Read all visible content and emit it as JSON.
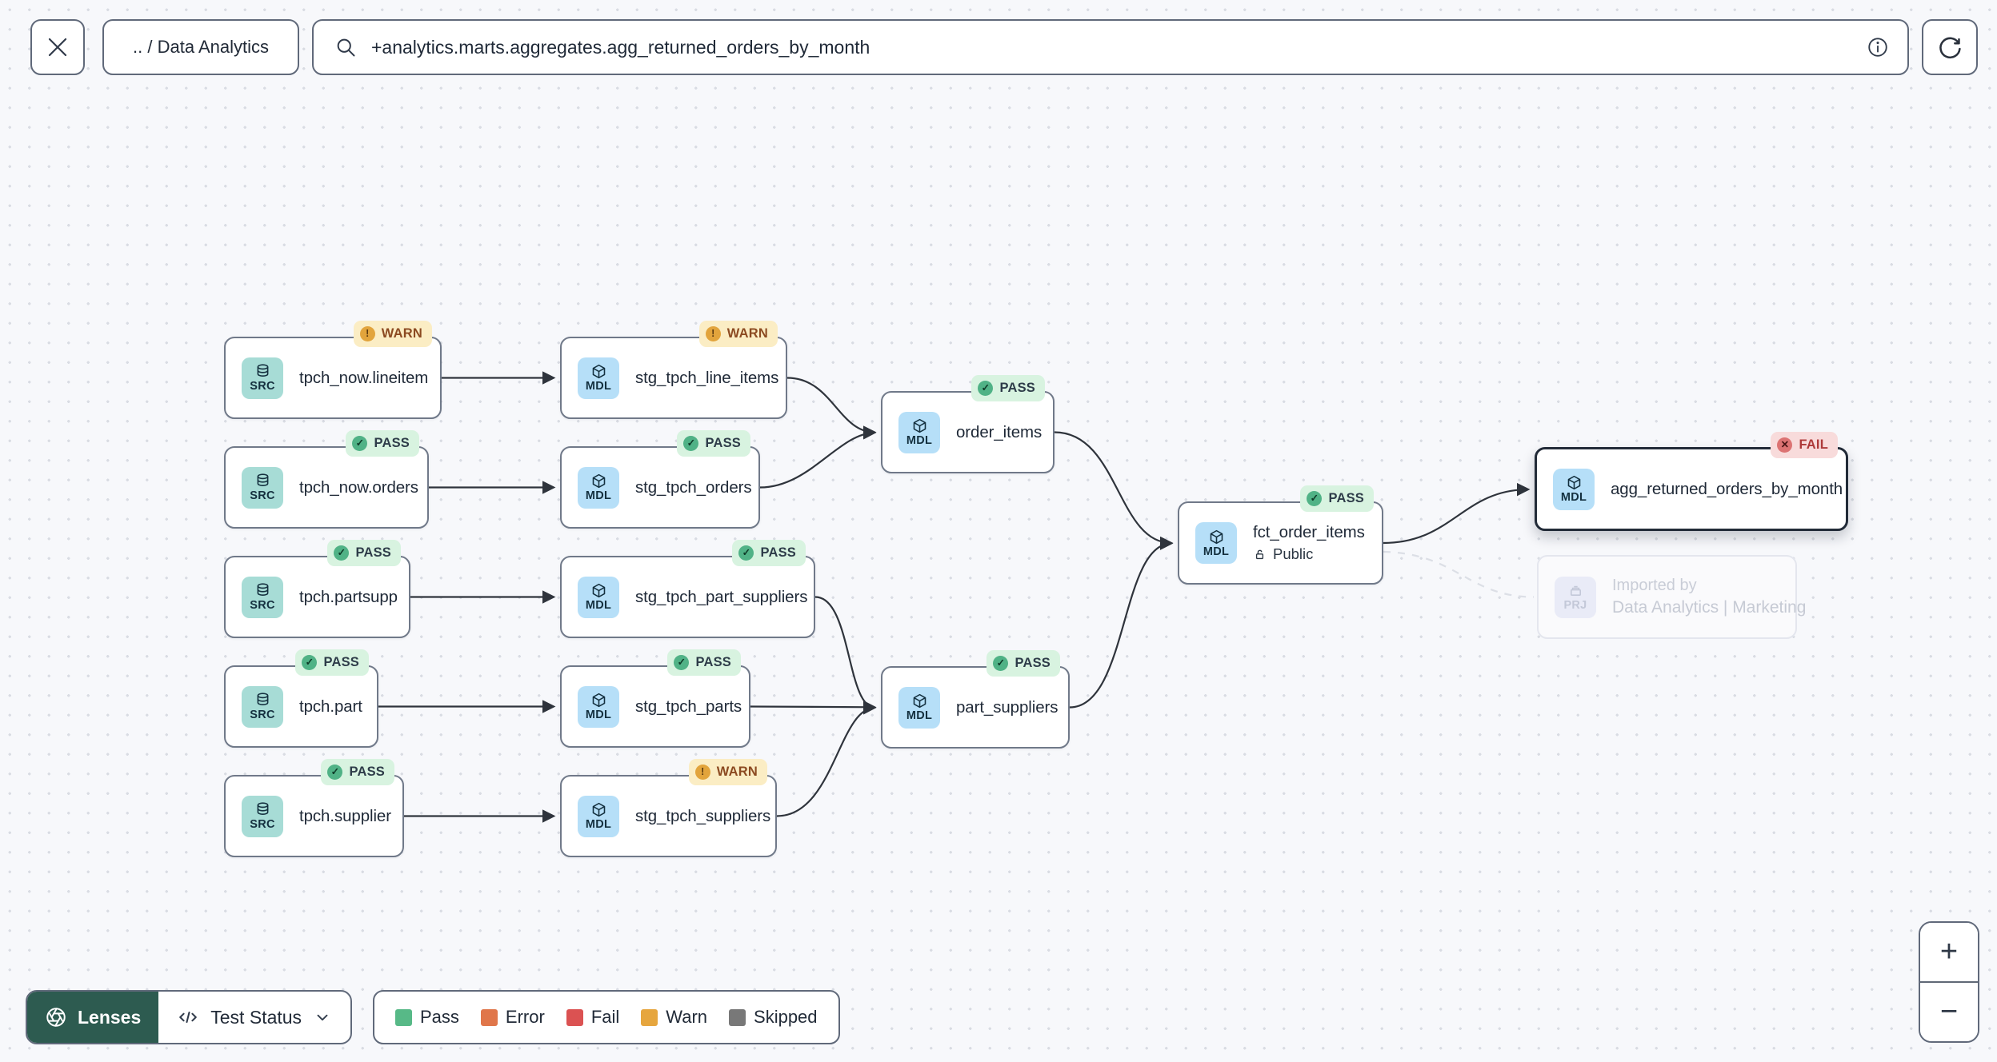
{
  "toolbar": {
    "breadcrumb": ".. / Data Analytics",
    "search_value": "+analytics.marts.aggregates.agg_returned_orders_by_month"
  },
  "icons": {
    "close": "close-icon",
    "search": "search-icon",
    "info": "info-circle-icon",
    "refresh": "refresh-icon",
    "lenses": "aperture-icon",
    "lens_type": "code-icon",
    "chevron": "chevron-down-icon",
    "source": "database-icon",
    "model": "cube-icon",
    "project": "project-icon",
    "public_access": "unlock-icon"
  },
  "graph": {
    "nodes": [
      {
        "type": "SRC",
        "label": "tpch_now.lineitem",
        "badge": {
          "status": "warn",
          "label": "WARN"
        }
      },
      {
        "type": "MDL",
        "label": "stg_tpch_line_items",
        "badge": {
          "status": "warn",
          "label": "WARN"
        }
      },
      {
        "type": "SRC",
        "label": "tpch_now.orders",
        "badge": {
          "status": "pass",
          "label": "PASS"
        }
      },
      {
        "type": "MDL",
        "label": "stg_tpch_orders",
        "badge": {
          "status": "pass",
          "label": "PASS"
        }
      },
      {
        "type": "SRC",
        "label": "tpch.partsupp",
        "badge": {
          "status": "pass",
          "label": "PASS"
        }
      },
      {
        "type": "MDL",
        "label": "stg_tpch_part_suppliers",
        "badge": {
          "status": "pass",
          "label": "PASS"
        }
      },
      {
        "type": "SRC",
        "label": "tpch.part",
        "badge": {
          "status": "pass",
          "label": "PASS"
        }
      },
      {
        "type": "MDL",
        "label": "stg_tpch_parts",
        "badge": {
          "status": "pass",
          "label": "PASS"
        }
      },
      {
        "type": "SRC",
        "label": "tpch.supplier",
        "badge": {
          "status": "pass",
          "label": "PASS"
        }
      },
      {
        "type": "MDL",
        "label": "stg_tpch_suppliers",
        "badge": {
          "status": "warn",
          "label": "WARN"
        }
      },
      {
        "type": "MDL",
        "label": "order_items",
        "badge": {
          "status": "pass",
          "label": "PASS"
        }
      },
      {
        "type": "MDL",
        "label": "part_suppliers",
        "badge": {
          "status": "pass",
          "label": "PASS"
        }
      },
      {
        "type": "MDL",
        "label": "fct_order_items",
        "sublabel": "Public",
        "badge": {
          "status": "pass",
          "label": "PASS"
        }
      },
      {
        "type": "MDL",
        "label": "agg_returned_orders_by_month",
        "badge": {
          "status": "fail",
          "label": "FAIL"
        },
        "selected": true
      },
      {
        "type": "PRJ",
        "label": "Imported by",
        "sublabel": "Data Analytics | Marketing",
        "faded": true
      }
    ],
    "edges": [
      {
        "from": "tpch_now.lineitem",
        "to": "stg_tpch_line_items",
        "style": "solid"
      },
      {
        "from": "tpch_now.orders",
        "to": "stg_tpch_orders",
        "style": "solid"
      },
      {
        "from": "tpch.partsupp",
        "to": "stg_tpch_part_suppliers",
        "style": "solid"
      },
      {
        "from": "tpch.part",
        "to": "stg_tpch_parts",
        "style": "solid"
      },
      {
        "from": "tpch.supplier",
        "to": "stg_tpch_suppliers",
        "style": "solid"
      },
      {
        "from": "stg_tpch_line_items",
        "to": "order_items",
        "style": "solid"
      },
      {
        "from": "stg_tpch_orders",
        "to": "order_items",
        "style": "solid"
      },
      {
        "from": "stg_tpch_part_suppliers",
        "to": "part_suppliers",
        "style": "solid"
      },
      {
        "from": "stg_tpch_parts",
        "to": "part_suppliers",
        "style": "solid"
      },
      {
        "from": "stg_tpch_suppliers",
        "to": "part_suppliers",
        "style": "solid"
      },
      {
        "from": "order_items",
        "to": "fct_order_items",
        "style": "solid"
      },
      {
        "from": "part_suppliers",
        "to": "fct_order_items",
        "style": "solid"
      },
      {
        "from": "fct_order_items",
        "to": "agg_returned_orders_by_month",
        "style": "solid"
      },
      {
        "from": "fct_order_items",
        "to": "Imported by Data Analytics | Marketing",
        "style": "dashed"
      }
    ]
  },
  "footer": {
    "lenses_label": "Lenses",
    "lens_selected": "Test Status",
    "legend": [
      {
        "label": "Pass",
        "color": "#57B987"
      },
      {
        "label": "Error",
        "color": "#E0764A"
      },
      {
        "label": "Fail",
        "color": "#DB5252"
      },
      {
        "label": "Warn",
        "color": "#E6A63E"
      },
      {
        "label": "Skipped",
        "color": "#787878"
      }
    ]
  },
  "zoom_controls": {
    "zoom_in": "+",
    "zoom_out": "−"
  },
  "status_colors": {
    "pass_badge_bg": "#D8F3E0",
    "warn_badge_bg": "#FBEDC4",
    "fail_badge_bg": "#F8DBDB",
    "lenses_bg": "#2D5B50"
  }
}
